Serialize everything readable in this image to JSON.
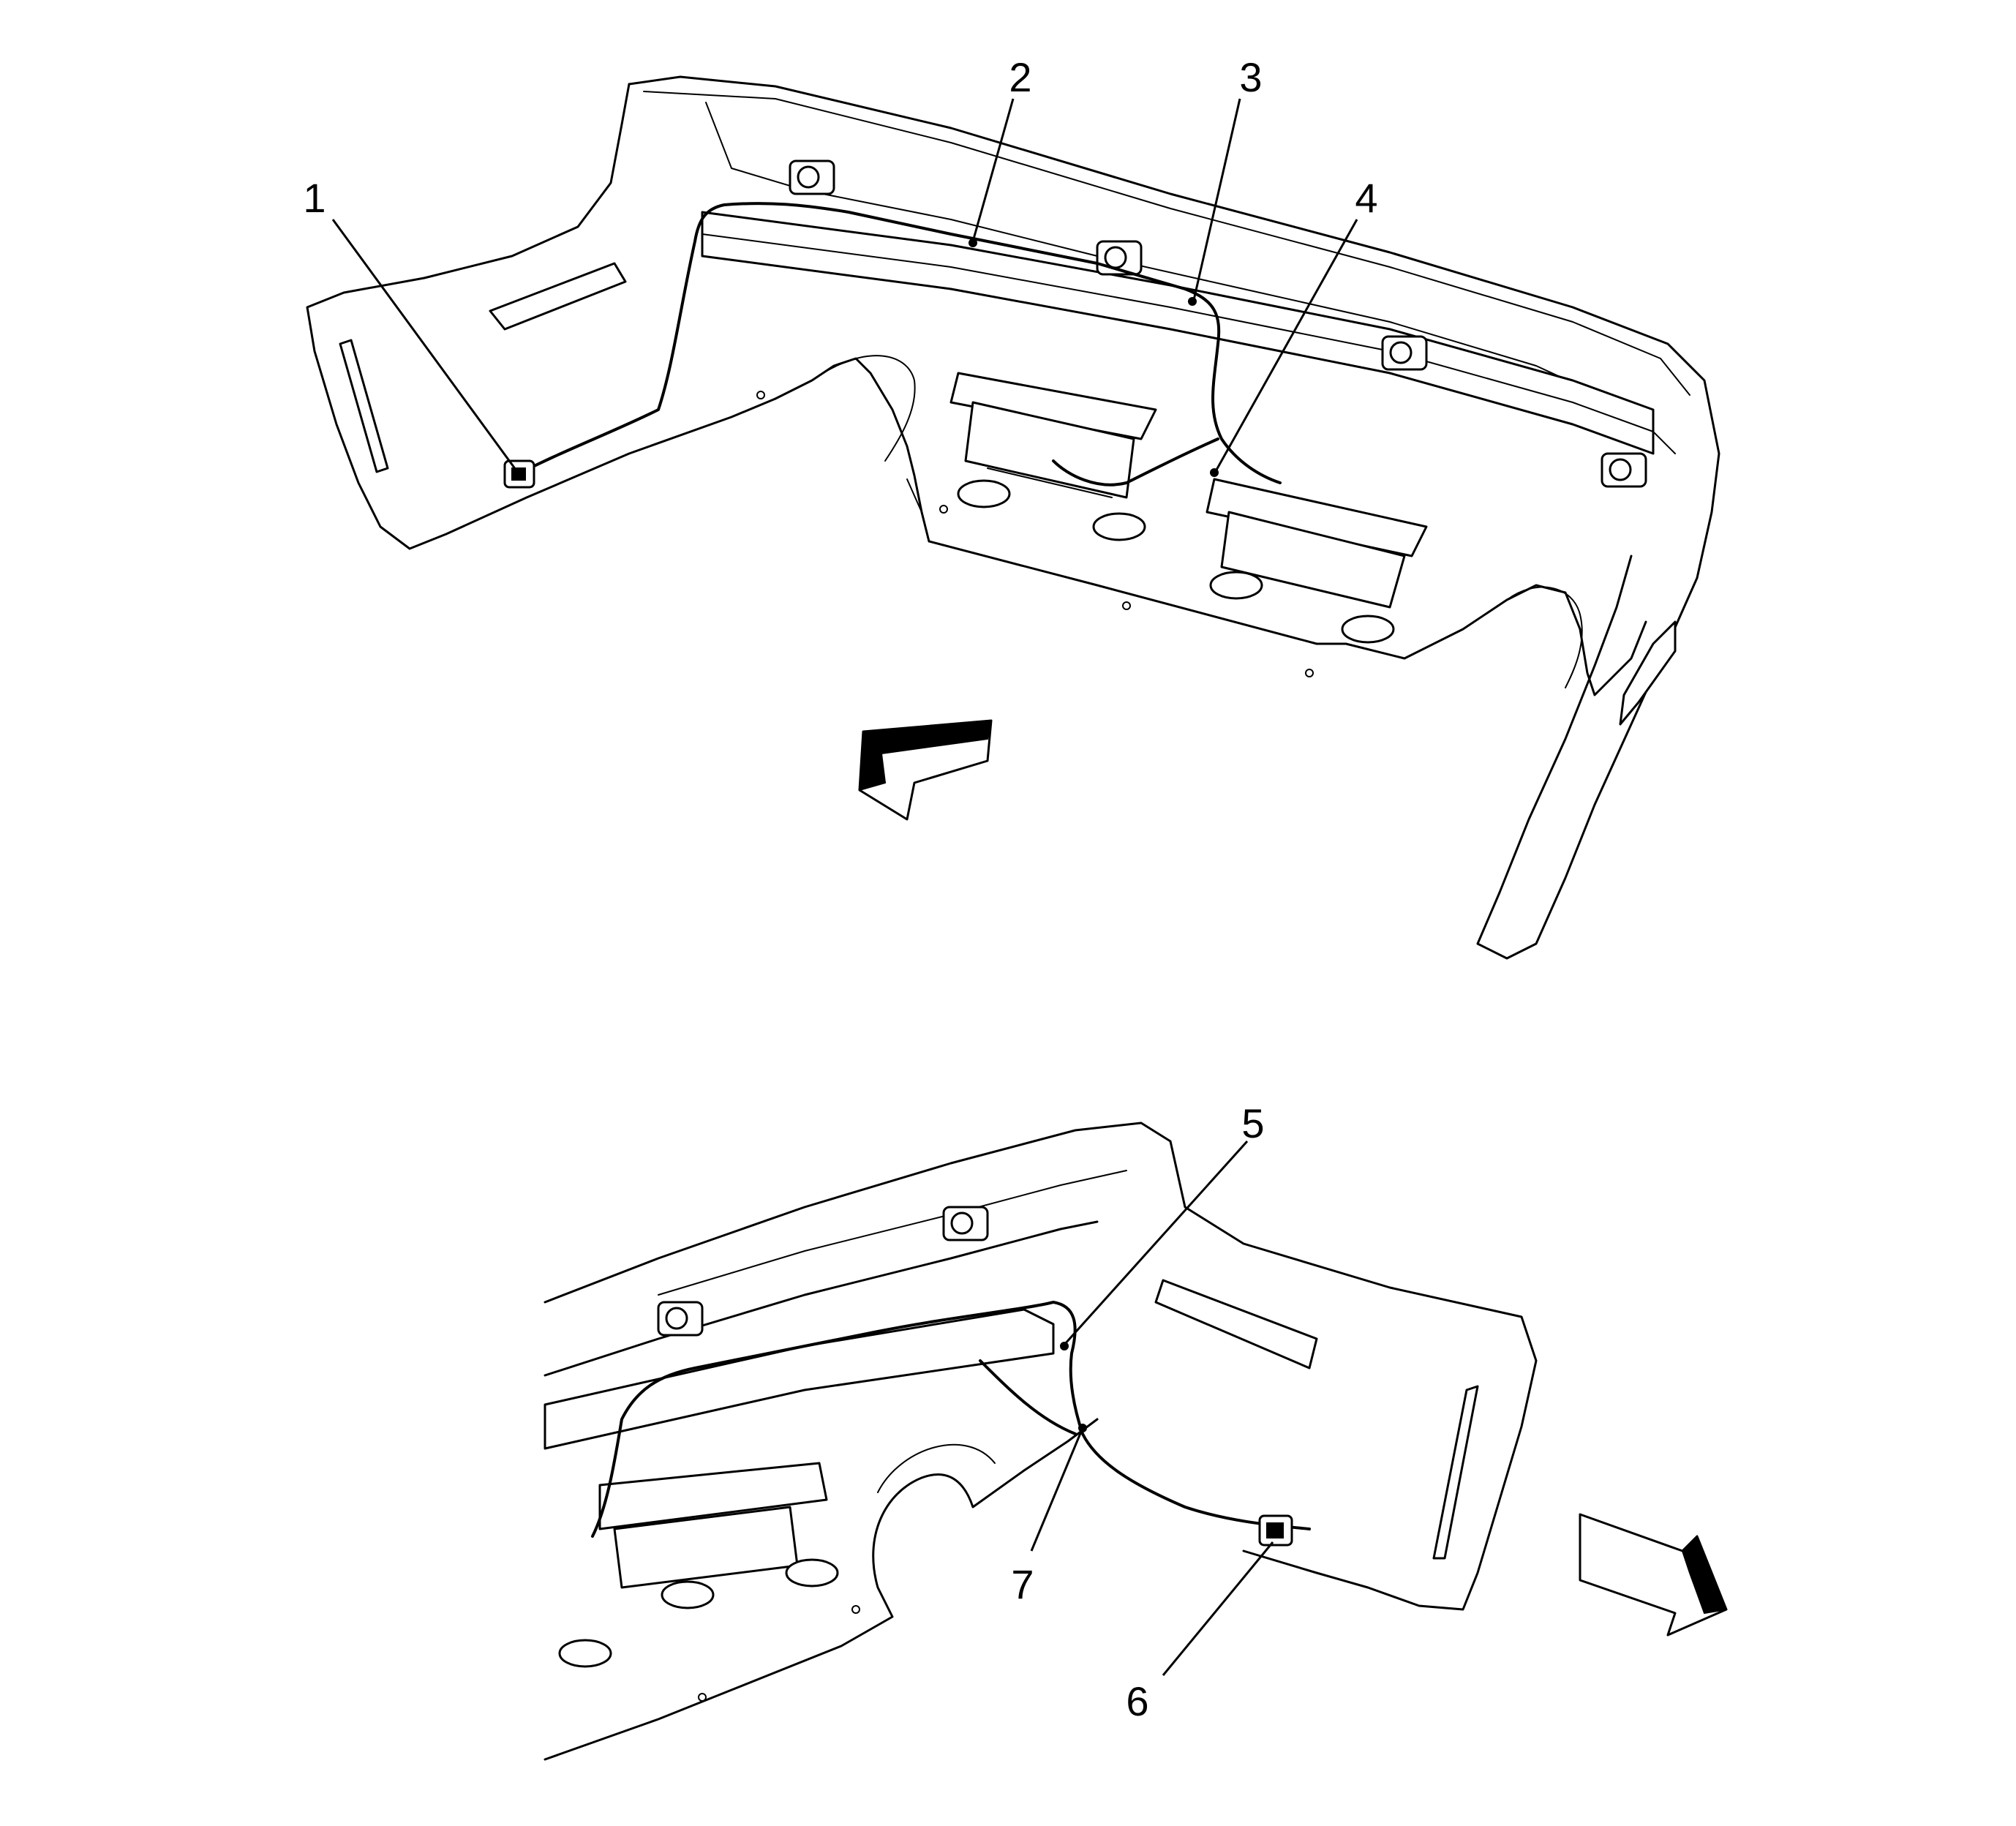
{
  "callouts": [
    {
      "id": "1",
      "label": "1"
    },
    {
      "id": "2",
      "label": "2"
    },
    {
      "id": "3",
      "label": "3"
    },
    {
      "id": "4",
      "label": "4"
    },
    {
      "id": "5",
      "label": "5"
    },
    {
      "id": "6",
      "label": "6"
    },
    {
      "id": "7",
      "label": "7"
    }
  ],
  "icons": {
    "direction_arrow_top": "front-direction-arrow-icon",
    "direction_arrow_bottom": "front-direction-arrow-icon"
  }
}
